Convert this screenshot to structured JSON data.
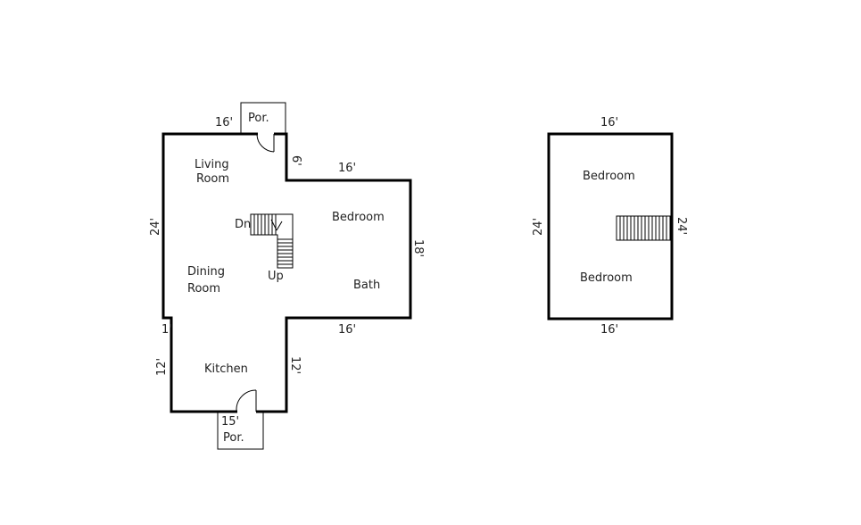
{
  "first_floor": {
    "rooms": {
      "living": [
        "Living",
        "Room"
      ],
      "dining": [
        "Dining",
        "Room"
      ],
      "bedroom": "Bedroom",
      "bath": "Bath",
      "kitchen": "Kitchen",
      "porch_top": "Por.",
      "porch_bottom": "Por."
    },
    "stairs": {
      "down": "Dn",
      "up": "Up"
    },
    "dimensions": {
      "top_left": "16'",
      "notch": "6'",
      "right_top": "16'",
      "left": "24'",
      "right": "18'",
      "bottom_right": "16'",
      "small_step": "1'",
      "kitchen_left": "12'",
      "kitchen_right": "12'",
      "bottom": "15'"
    }
  },
  "second_floor": {
    "rooms": {
      "bedroom_top": "Bedroom",
      "bedroom_bottom": "Bedroom"
    },
    "dimensions": {
      "top": "16'",
      "bottom": "16'",
      "left": "24'",
      "right": "24'"
    }
  }
}
